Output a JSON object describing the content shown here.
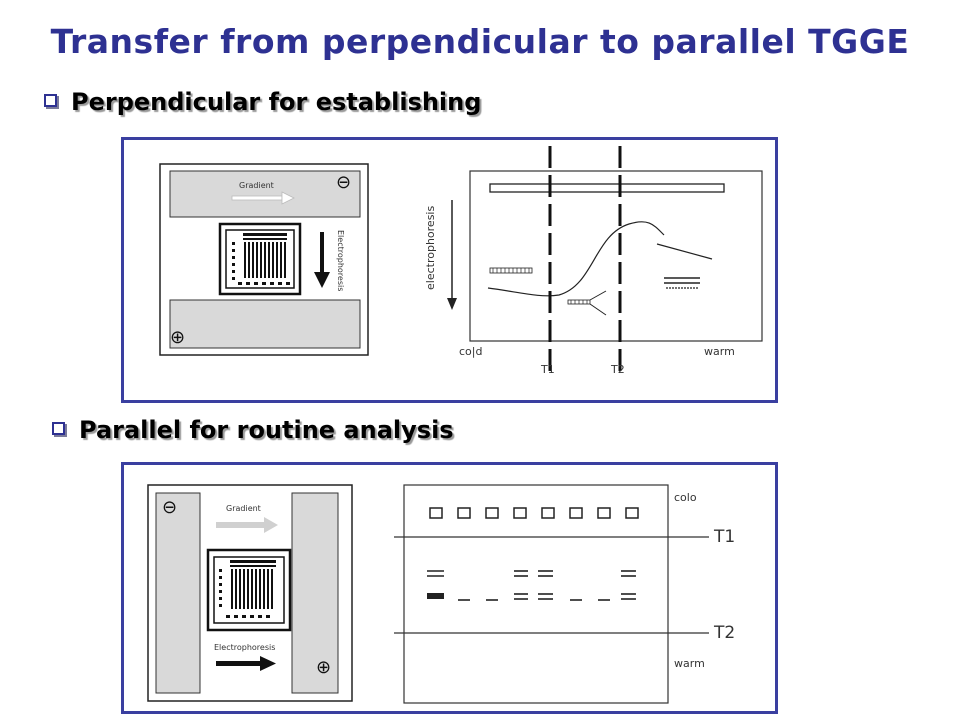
{
  "title": "Transfer from perpendicular to parallel TGGE",
  "bullets": {
    "perpendicular": "Perpendicular for establishing",
    "parallel": "Parallel for routine analysis"
  },
  "colors": {
    "title": "#2e3192",
    "panel_border": "#3a3fa0",
    "gradient_arrow": "#d0d0d0",
    "gel_area": "#d9d9d9"
  },
  "perpendicular_diagram": {
    "gradient_label": "Gradient",
    "electrophoresis_label": "Electrophoresis",
    "minus_sign": "⊖",
    "plus_sign": "⊕",
    "axis_label": "electrophoresis",
    "cold_label": "co|d",
    "warm_label": "warm",
    "t1_label": "T1",
    "t2_label": "T2"
  },
  "parallel_diagram": {
    "gradient_label": "Gradient",
    "electrophoresis_label": "Electrophoresis",
    "minus_sign": "⊖",
    "plus_sign": "⊕",
    "cold_label": "colo",
    "warm_label": "warm",
    "t1_label": "T1",
    "t2_label": "T2"
  }
}
